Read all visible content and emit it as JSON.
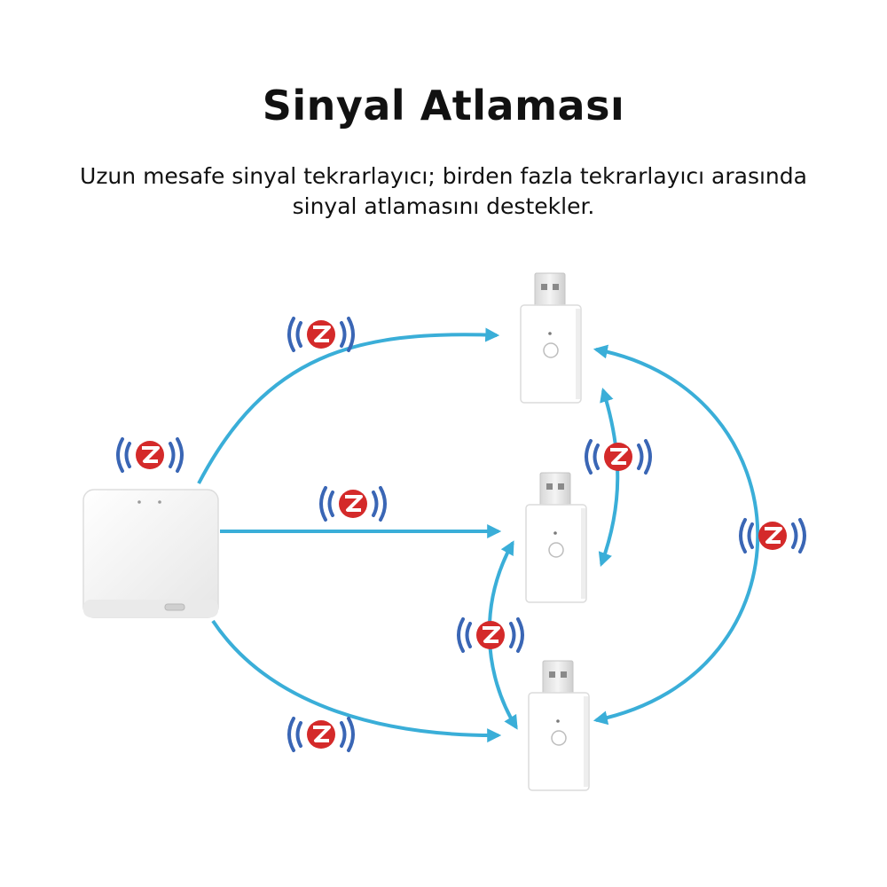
{
  "title": "Sinyal Atlaması",
  "subtitle": {
    "line1": "Uzun mesafe sinyal tekrarlayıcı; birden fazla tekrarlayıcı arasında",
    "line2": "sinyal atlamasını destekler."
  },
  "diagram": {
    "nodes": [
      {
        "id": "gateway",
        "kind": "zigbee-hub"
      },
      {
        "id": "repeater-top",
        "kind": "usb-repeater"
      },
      {
        "id": "repeater-middle",
        "kind": "usb-repeater"
      },
      {
        "id": "repeater-bottom",
        "kind": "usb-repeater"
      }
    ],
    "links": [
      {
        "from": "gateway",
        "to": "repeater-top",
        "direction": "one-way"
      },
      {
        "from": "gateway",
        "to": "repeater-middle",
        "direction": "one-way"
      },
      {
        "from": "gateway",
        "to": "repeater-bottom",
        "direction": "one-way"
      },
      {
        "from": "repeater-top",
        "to": "repeater-middle",
        "direction": "two-way"
      },
      {
        "from": "repeater-middle",
        "to": "repeater-bottom",
        "direction": "two-way"
      },
      {
        "from": "repeater-top",
        "to": "repeater-bottom",
        "direction": "two-way"
      }
    ],
    "signal_icon_letter": "Z",
    "colors": {
      "arrow": "#3aaed8",
      "zigbee_red": "#d42a2a",
      "wave_blue": "#3a66b5"
    }
  }
}
